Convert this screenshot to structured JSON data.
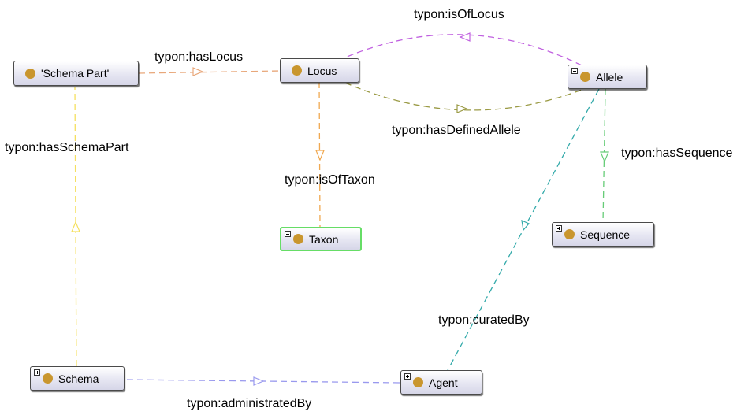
{
  "nodes": {
    "schema_part": "'Schema Part'",
    "locus": "Locus",
    "allele": "Allele",
    "taxon": "Taxon",
    "sequence": "Sequence",
    "schema": "Schema",
    "agent": "Agent"
  },
  "edges": {
    "has_locus": "typon:hasLocus",
    "is_of_locus": "typon:isOfLocus",
    "has_defined_allele": "typon:hasDefinedAllele",
    "has_sequence": "typon:hasSequence",
    "is_of_taxon": "typon:isOfTaxon",
    "has_schema_part": "typon:hasSchemaPart",
    "curated_by": "typon:curatedBy",
    "administrated_by": "typon:administratedBy"
  },
  "colors": {
    "has_locus": "#e8a77a",
    "is_of_locus": "#c060e0",
    "has_defined_allele": "#9a9a44",
    "has_sequence": "#66cc77",
    "is_of_taxon": "#f0a850",
    "has_schema_part": "#f5e060",
    "curated_by": "#33aaaa",
    "administrated_by": "#9999ee",
    "class_dot": "#c9962e",
    "selected_border": "#66dd66"
  }
}
